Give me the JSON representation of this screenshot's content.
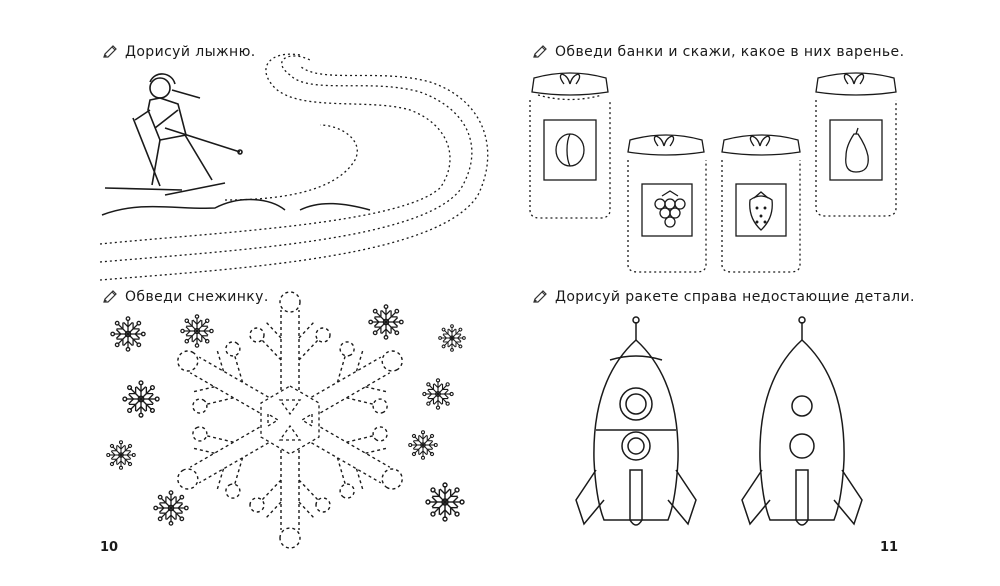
{
  "left_page": {
    "task_ski": "Дорисуй лыжню.",
    "task_snowflake": "Обведи снежинку.",
    "page_number": "10"
  },
  "right_page": {
    "task_jars": "Обведи банки и скажи, какое в них варенье.",
    "task_rocket": "Дорисуй ракете справа недостающие детали.",
    "page_number": "11"
  },
  "icons": {
    "task_marker": "pencil-icon",
    "jar_labels": [
      "plum-icon",
      "raspberry-icon",
      "strawberry-icon",
      "pear-icon"
    ]
  },
  "colors": {
    "ink": "#1a1a1a",
    "paper": "#ffffff"
  }
}
